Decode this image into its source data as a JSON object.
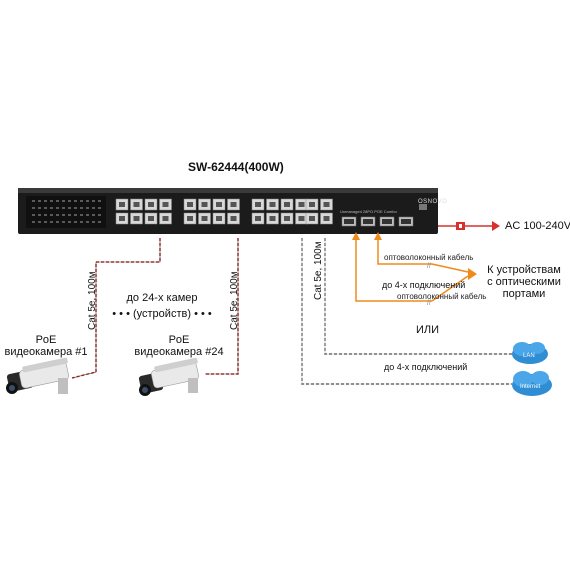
{
  "device": {
    "title": "SW-62444(400W)",
    "brand": "OSNOVO",
    "model_text": "Unmanaged 28PO POE Combo"
  },
  "power": {
    "label": "AC 100-240V"
  },
  "fiber": {
    "cable_label_1": "оптоволоконный кабель",
    "cable_label_2": "оптоволоконный кабель",
    "connections": "до 4-х подключений",
    "target_line1": "К устройствам",
    "target_line2": "с оптическими",
    "target_line3": "портами"
  },
  "or_label": "ИЛИ",
  "copper": {
    "cable_label": "Cat 5e, 100м",
    "connections": "до 4-х подключений",
    "lan": "LAN",
    "internet": "Internet"
  },
  "cameras": {
    "cable_label_left": "Cat 5e, 100м",
    "cable_label_right": "Cat 5e, 100м",
    "count_line1": "до 24-х камер",
    "count_line2": "(устройств)",
    "dots": "• • •",
    "cam1_line1": "PoE",
    "cam1_line2": "видеокамера #1",
    "cam24_line1": "PoE",
    "cam24_line2": "видеокамера #24"
  },
  "colors": {
    "poe": "#d9302c",
    "fiber": "#f08a1c",
    "switch": "#1b1b1b"
  }
}
